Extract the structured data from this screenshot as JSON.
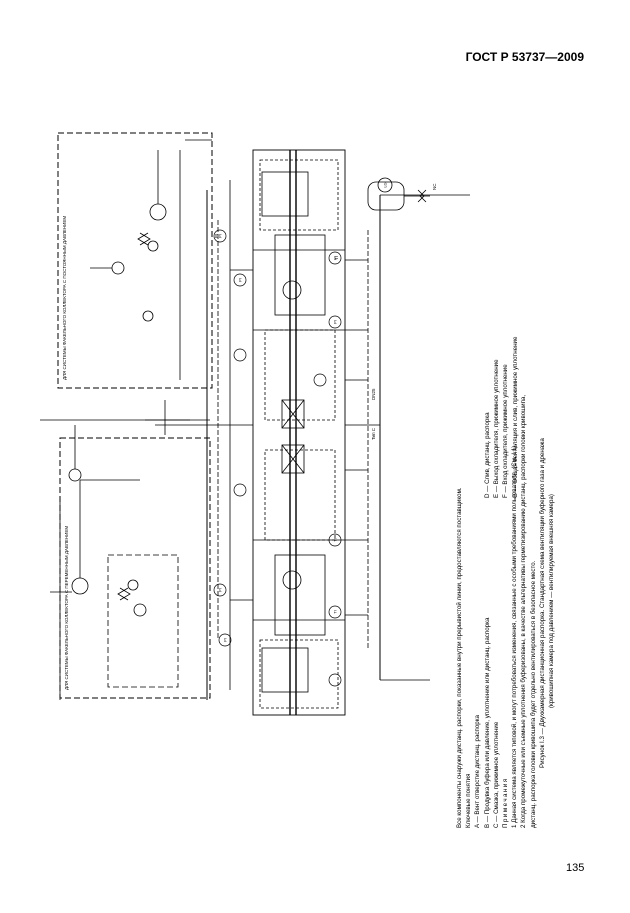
{
  "header": {
    "standard": "ГОСТ Р 53737—2009"
  },
  "page_number": "135",
  "notes": {
    "intro": "Все компоненты снаружи дистанц. распорки, показанные внутри прерывистой линии, предоставляются поставщиком.",
    "keys_title": "Ключевые понятия",
    "keys_left": [
      "A — Вент отверстие дистанц. распорка",
      "B — Продувка буфера или давление, уплотнение или дистанц. распорка",
      "C — Смазка, прижимное уплотнение"
    ],
    "keys_right": [
      "D — Слив, дистанц. распорка",
      "E — Выход охладителя, прижимное уплотнение",
      "F — Вход охладителя, прижимное уплотнение",
      "G — Общая вентиляция и слив, прижимное уплотнение"
    ],
    "notes_title": "Примечания",
    "note_1": "1 Данная система является типовой, и могут потребоваться изменения, связанные с особыми требованиями пользователя. (См. I.1).",
    "note_2a": "2 Когда промежуточные или съемные уплотнения буферизованы, в качестве альтернативы герметизированию дистанц. распорки головки кривошипа,",
    "note_2b": "дистанц. распорка головки кривошипа будет отдельно вентилироваться в безопасное место.",
    "caption_a": "Рисунок I.3 — Двухкамерная дистанционная распорка. Стандартная схема вентиляции буферного газа и дренажа",
    "caption_b": "(кривошипная камера под давлением — вентилируемая внешняя камера)"
  },
  "drawing": {
    "box_left_title": "ДЛЯ СИСТЕМЫ ФАКЕЛЬНОГО КОЛЛЕКТОРА С ПЕРЕМЕННЫМ ДАВЛЕНИЕМ",
    "box_right_title": "ДЛЯ СИСТЕМЫ ФАКЕЛЬНОГО КОЛЛЕКТОРА С ПОСТОЯННЫМ ДАВЛЕНИЕМ",
    "tag_pi": "PI",
    "tag_ti": "TI",
    "tag_nc": "NC",
    "tag_tip_c": "Тип С",
    "tag_dn25": "DN25",
    "instrument_labels": [
      "PI",
      "PI",
      "PI",
      "PI",
      "PI",
      "PI",
      "TI",
      "TI",
      "LG"
    ]
  },
  "colors": {
    "ink": "#000000",
    "paper": "#ffffff"
  }
}
